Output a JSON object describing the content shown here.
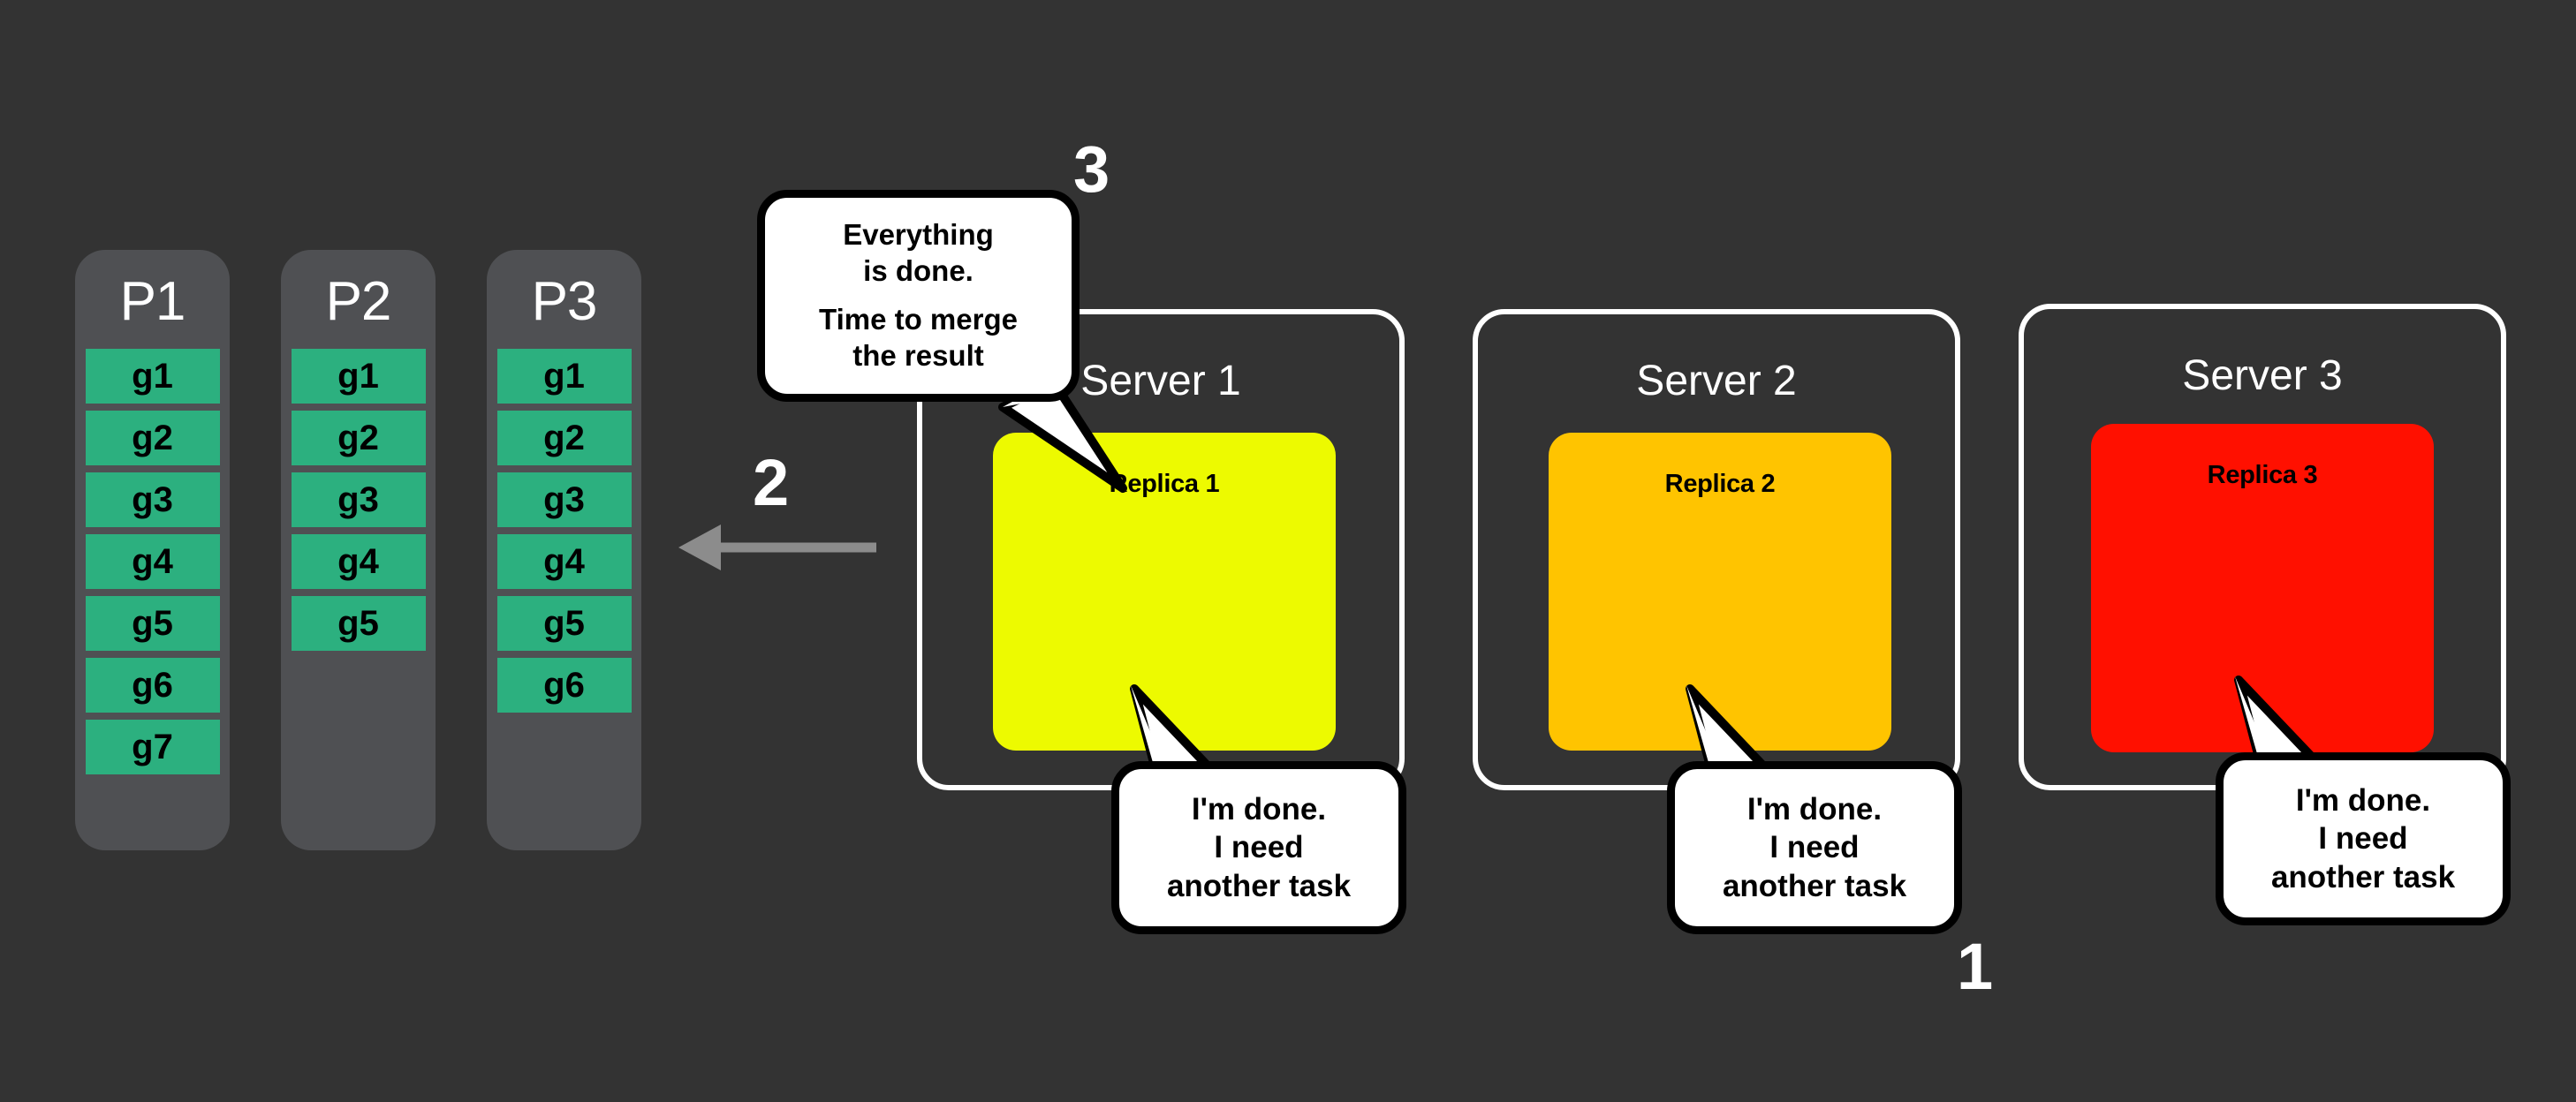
{
  "canvas": {
    "background_color": "#333333"
  },
  "colors": {
    "background": "#333333",
    "panel": "#4f5053",
    "task_green": "#2cb07f",
    "replica_1_yellow": "#edfa00",
    "replica_2_orange": "#ffc400",
    "replica_3_red": "#ff1000",
    "outline_white": "#ffffff",
    "bubble_border": "#000000",
    "arrow_grey": "#8c8c8c"
  },
  "partitions": [
    {
      "title": "P1",
      "tasks": [
        "g1",
        "g2",
        "g3",
        "g4",
        "g5",
        "g6",
        "g7"
      ]
    },
    {
      "title": "P2",
      "tasks": [
        "g1",
        "g2",
        "g3",
        "g4",
        "g5"
      ]
    },
    {
      "title": "P3",
      "tasks": [
        "g1",
        "g2",
        "g3",
        "g4",
        "g5",
        "g6"
      ]
    }
  ],
  "servers": [
    {
      "title": "Server 1",
      "replica_label": "Replica 1",
      "replica_color": "#edfa00",
      "bubble": {
        "lines": [
          "I'm done.",
          "I need",
          "another task"
        ]
      }
    },
    {
      "title": "Server 2",
      "replica_label": "Replica 2",
      "replica_color": "#ffc400",
      "bubble": {
        "lines": [
          "I'm done.",
          "I need",
          "another task"
        ]
      }
    },
    {
      "title": "Server 3",
      "replica_label": "Replica 3",
      "replica_color": "#ff1000",
      "bubble": {
        "lines": [
          "I'm done.",
          "I need",
          "another task"
        ]
      }
    }
  ],
  "merge_bubble": {
    "line1": "Everything",
    "line2": "is done.",
    "line3": "Time to merge",
    "line4": "the result"
  },
  "steps": {
    "one": "1",
    "two": "2",
    "three": "3"
  }
}
